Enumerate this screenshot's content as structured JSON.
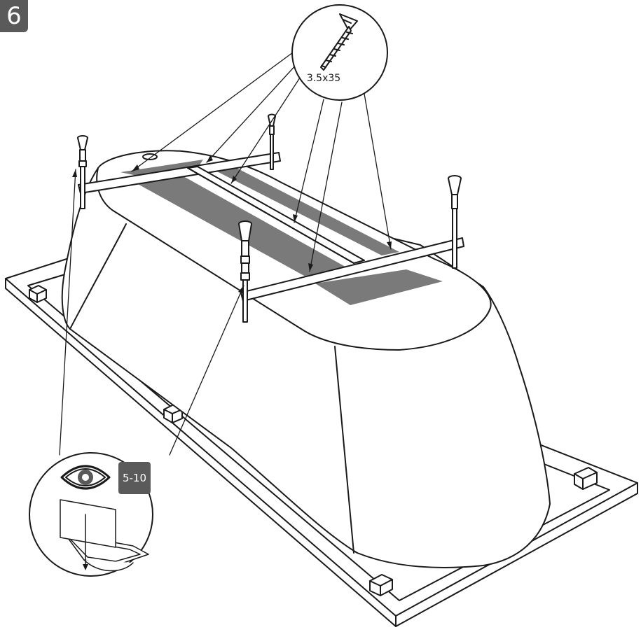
{
  "step": {
    "number": "6"
  },
  "screw": {
    "size_label": "3.5x35"
  },
  "level_detail": {
    "range_label": "5-10",
    "icon": "eye-icon"
  },
  "colors": {
    "line": "#1a1a1a",
    "fill_panel": "#7a7a7a",
    "badge": "#5a5a5a",
    "white": "#ffffff"
  }
}
